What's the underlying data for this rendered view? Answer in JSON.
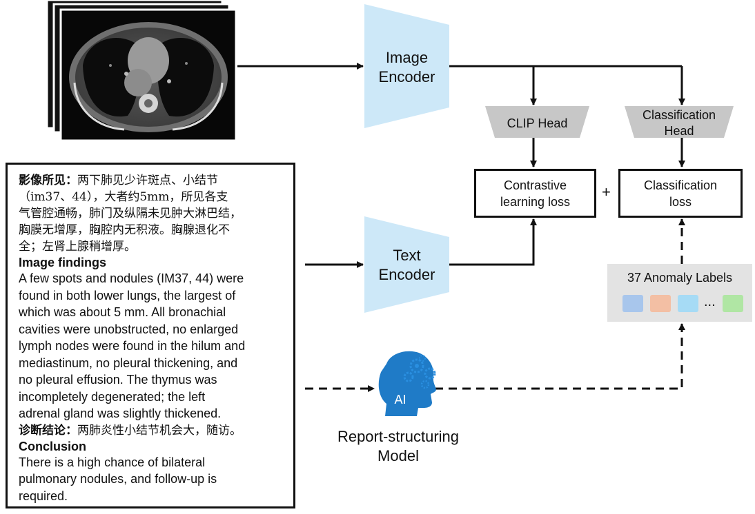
{
  "image_encoder": {
    "line1": "Image",
    "line2": "Encoder"
  },
  "text_encoder": {
    "line1": "Text",
    "line2": "Encoder"
  },
  "clip_head": {
    "label": "CLIP Head"
  },
  "classification_head": {
    "line1": "Classification",
    "line2": "Head"
  },
  "contrastive_loss": {
    "line1": "Contrastive",
    "line2": "learning loss"
  },
  "classification_loss": {
    "line1": "Classification",
    "line2": "loss"
  },
  "plus_sign": "+",
  "anomaly_labels": {
    "title": "37 Anomaly Labels",
    "ellipsis": "...",
    "colors": [
      "#a8c6ec",
      "#f3bfa4",
      "#a6dbf5",
      "#b0e6a4"
    ]
  },
  "model": {
    "icon_text": "AI",
    "line1": "Report-structuring",
    "line2": "Model"
  },
  "report": {
    "cn_findings_heading": "影像所见：",
    "cn_findings_lines": [
      "两下肺见少许斑点、小结节",
      "（im37、44），大者约5mm，所见各支",
      "气管腔通畅，肺门及纵隔未见肿大淋巴结，",
      "胸膜无增厚，胸腔内无积液。胸腺退化不",
      "全；左肾上腺稍增厚。"
    ],
    "en_findings_heading": "Image findings",
    "en_findings_lines": [
      "A few spots and nodules (IM37, 44) were",
      "found in both lower lungs, the largest of",
      "which was about 5 mm. All bronachial",
      "cavities were unobstructed, no enlarged",
      "lymph nodes were found in the hilum and",
      "mediastinum, no pleural thickening, and",
      "no pleural effusion. The thymus was",
      "incompletely degenerated; the left",
      "adrenal gland was slightly thickened."
    ],
    "cn_conclusion_heading": "诊断结论：",
    "cn_conclusion_text": "两肺炎性小结节机会大，随访。",
    "en_conclusion_heading": "Conclusion",
    "en_conclusion_lines": [
      "There is a high chance of bilateral",
      "pulmonary nodules, and follow-up is",
      "required."
    ]
  },
  "colors": {
    "encoder": "#cde8f8",
    "head": "#c7c7c7",
    "ai_blue": "#1f7bc7",
    "line": "#111111"
  }
}
